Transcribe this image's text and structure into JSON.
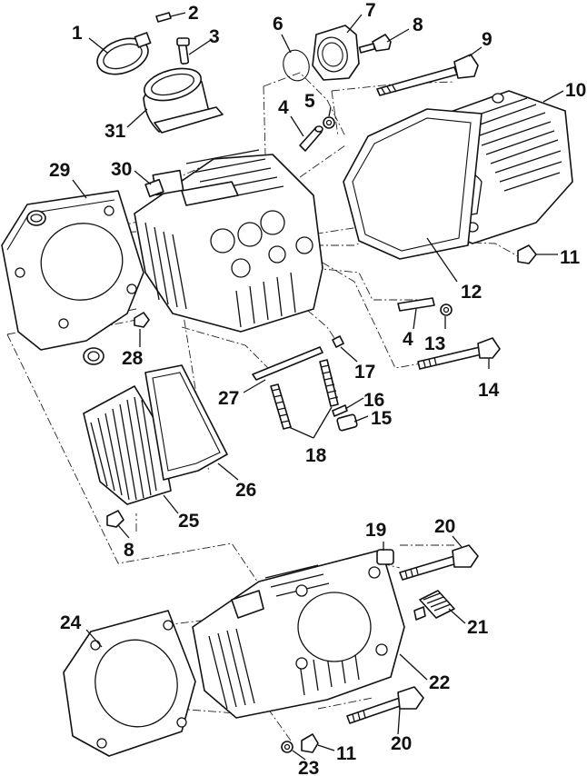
{
  "callouts": {
    "c1": "1",
    "c2": "2",
    "c3": "3",
    "c4a": "4",
    "c4b": "4",
    "c5": "5",
    "c6": "6",
    "c7": "7",
    "c8a": "8",
    "c8b": "8",
    "c9": "9",
    "c10": "10",
    "c11a": "11",
    "c11b": "11",
    "c12": "12",
    "c13": "13",
    "c14": "14",
    "c15": "15",
    "c16": "16",
    "c17": "17",
    "c18": "18",
    "c19": "19",
    "c20a": "20",
    "c20b": "20",
    "c21": "21",
    "c22": "22",
    "c23": "23",
    "c24": "24",
    "c25": "25",
    "c26": "26",
    "c27": "27",
    "c28": "28",
    "c29": "29",
    "c30": "30",
    "c31": "31"
  }
}
